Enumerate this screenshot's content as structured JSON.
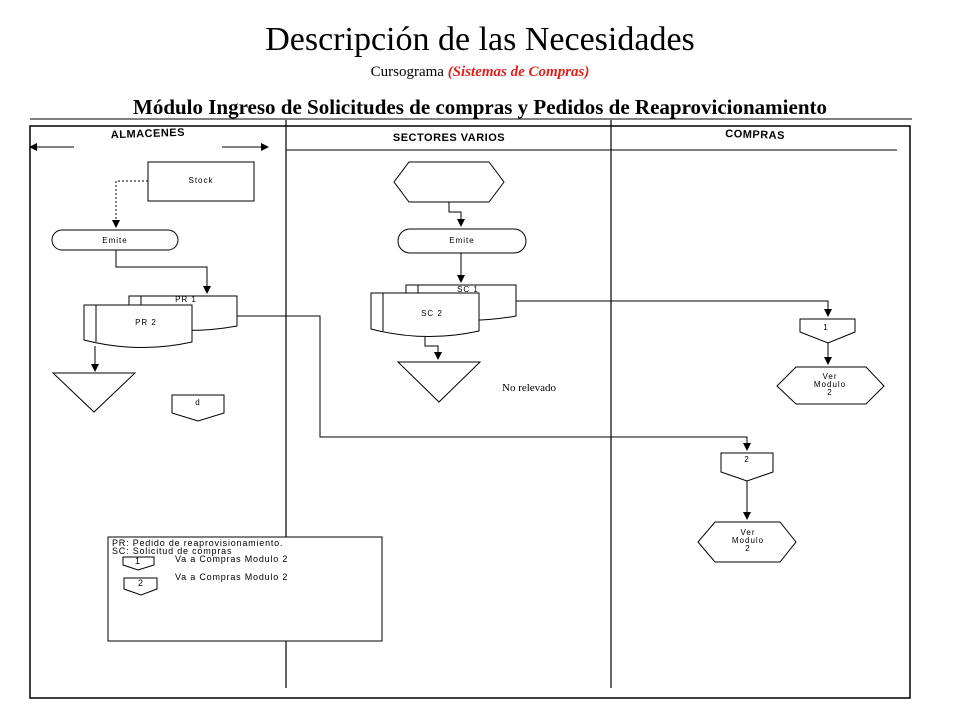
{
  "header": {
    "title": "Descripción  de las Necesidades",
    "subtitle_prefix": "Cursograma",
    "subtitle_highlight": "(Sistemas de Compras)",
    "module_heading": "Módulo Ingreso de Solicitudes de compras y Pedidos de Reaprovicionamiento"
  },
  "lanes": {
    "almacenes": "ALMACENES",
    "sectores": "SECTORES VARIOS",
    "compras": "COMPRAS"
  },
  "shapes": {
    "stock": "Stock",
    "emite_almacenes": "Emite",
    "pr1": "PR 1",
    "pr2": "PR 2",
    "d": "d",
    "emite_sectores": "Emite",
    "sc1": "SC 1",
    "sc2": "SC 2",
    "connector_1": "1",
    "ver_modulo_1": [
      "Ver",
      "Modulo",
      "2"
    ],
    "connector_2": "2",
    "ver_modulo_2": [
      "Ver",
      "Modulo",
      "2"
    ]
  },
  "annotations": {
    "no_relevado": "No relevado"
  },
  "legend": {
    "pr_definition": "PR: Pedido de reaprovisionamiento.",
    "sc_definition": "SC: Solicitud de compras",
    "item1_label": "1",
    "item1_text": "Va a Compras  Modulo 2",
    "item2_label": "2",
    "item2_text": "Va a Compras Modulo 2"
  }
}
